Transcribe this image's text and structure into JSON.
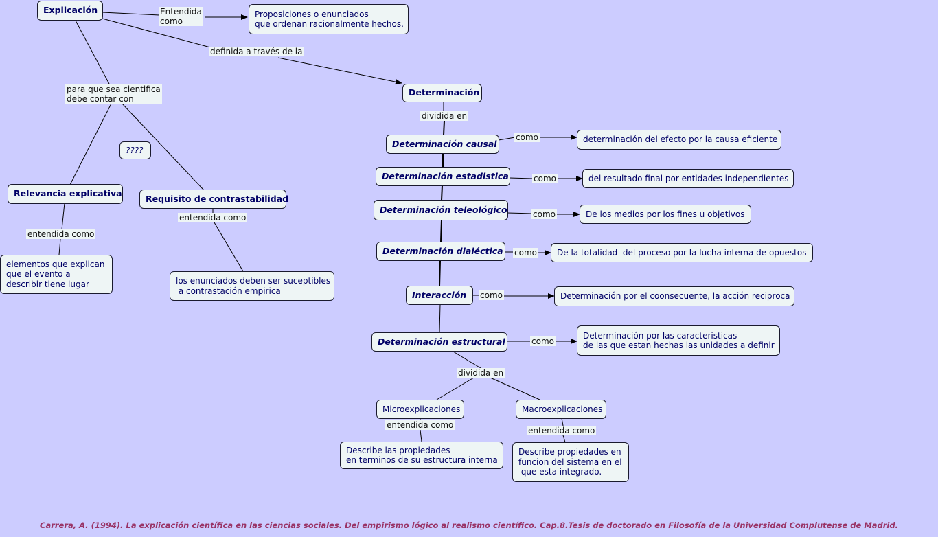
{
  "nodes": {
    "explicacion": "Explicación",
    "proposiciones": "Proposiciones o enunciados\nque ordenan racionalmente hechos.",
    "determinacion": "Determinación",
    "causal": "Determinación causal",
    "causal_desc": "determinación del efecto por la causa eficiente",
    "estadistica": "Determinación estadistica",
    "estadistica_desc": "del resultado final por entidades independientes",
    "teleologico": "Determinación teleológico",
    "teleologico_desc": "De los medios por los fines u objetivos",
    "dialectica": "Determinación dialéctica",
    "dialectica_desc": "De la totalidad  del proceso por la lucha interna de opuestos",
    "interaccion": "Interacción",
    "interaccion_desc": "Determinación por el coonsecuente, la acción reciproca",
    "estructural": "Determinación estructural",
    "estructural_desc": "Determinación por las caracteristicas\nde las que estan hechas las unidades a definir",
    "micro": "Microexplicaciones",
    "macro": "Macroexplicaciones",
    "micro_desc": "Describe las propiedades\nen terminos de su estructura interna",
    "macro_desc": "Describe propiedades en\nfuncion del sistema en el\n que esta integrado.",
    "relevancia": "Relevancia explicativa",
    "requisito": "Requisito de contrastabilidad",
    "relevancia_desc": "elementos que explican\nque el evento a\ndescribir tiene lugar",
    "requisito_desc": "los enunciados deben ser suceptibles\n a contrastación empirica",
    "question": "????"
  },
  "labels": {
    "entendida_como": "Entendida\ncomo",
    "definida": "definida a través de la",
    "para_que": "para que sea cientifica\ndebe contar con",
    "dividida_en_1": "dividida en",
    "como_1": "como",
    "como_2": "como",
    "como_3": "como",
    "como_4": "como",
    "como_5": "como",
    "como_6": "como",
    "dividida_en_2": "dividida en",
    "entendida_como_micro": "entendida como",
    "entendida_como_macro": "entendida como",
    "entendida_como_rel": "entendida como",
    "entendida_como_req": "entendida como"
  },
  "footer": "Carrera, A. (1994). La explicación científica en las ciencias sociales. Del empirismo lógico al realismo científico. Cap.8.Tesis de doctorado en Filosofía de la Universidad Complutense de Madrid.",
  "colors": {
    "background": "#ccccff",
    "node_fill": "#eef5f5",
    "node_text": "#000066",
    "line": "#000000",
    "footer_text": "#993366"
  }
}
